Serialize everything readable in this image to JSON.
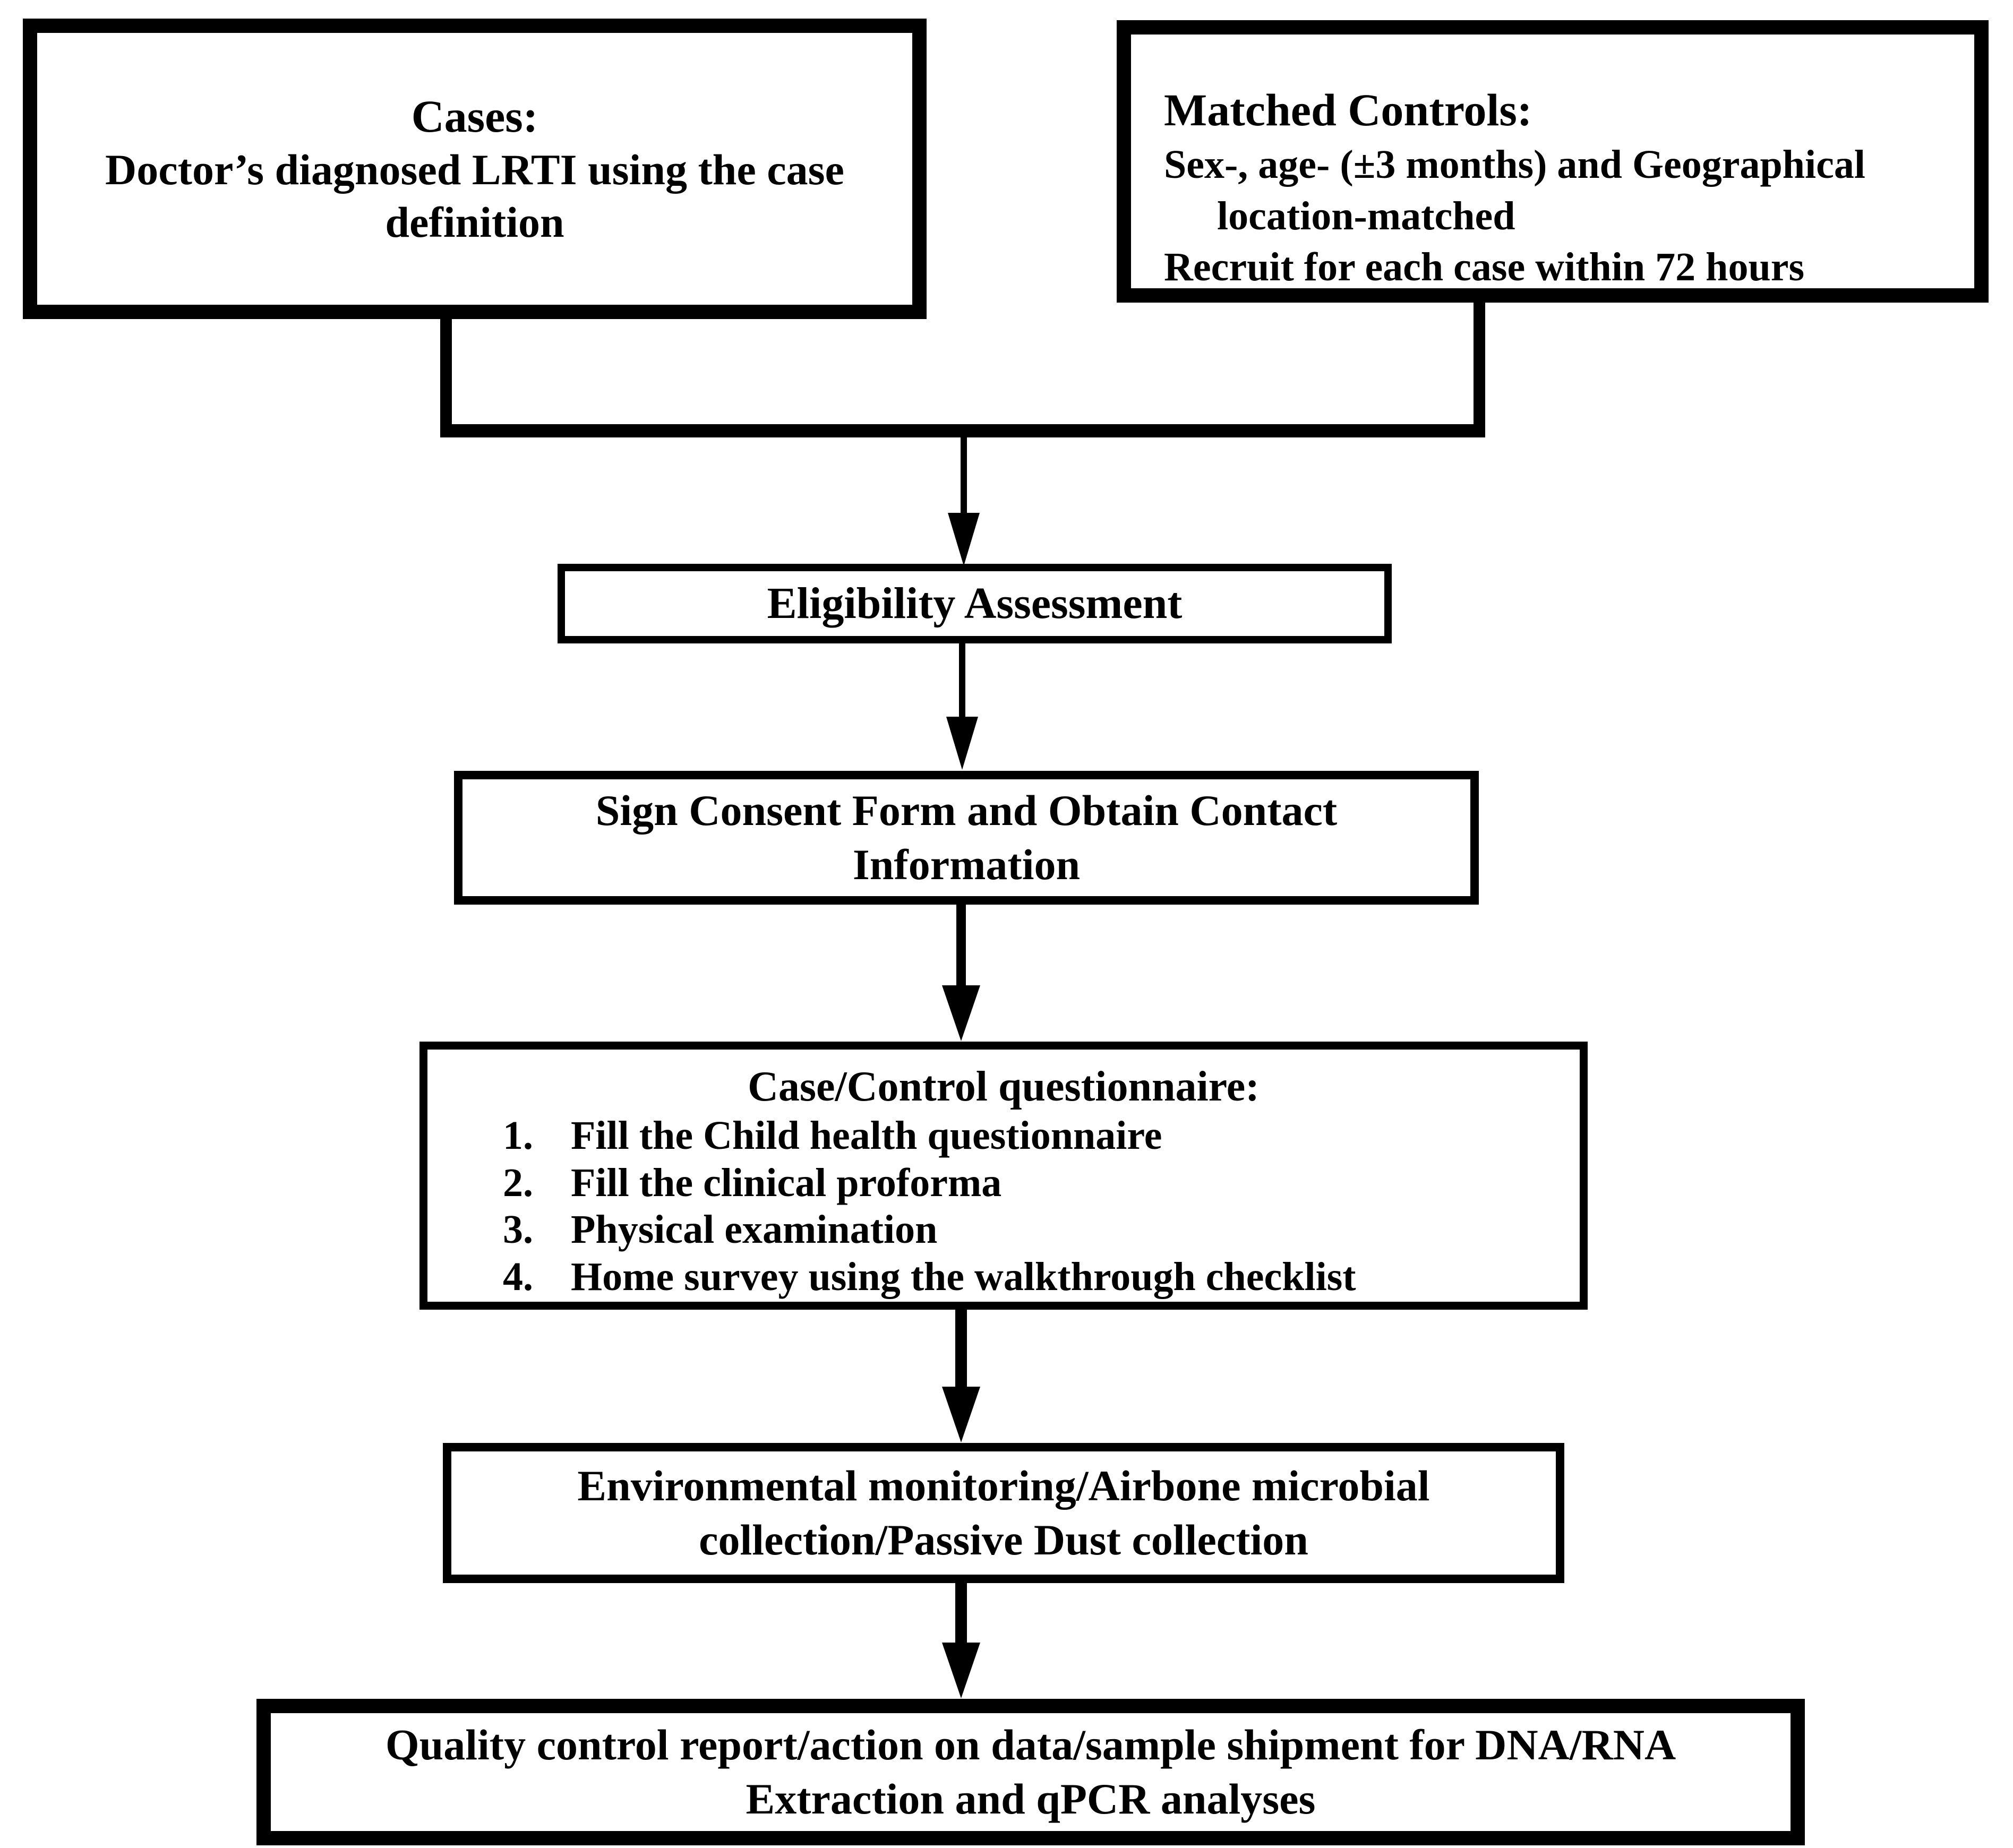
{
  "figure": {
    "background": "#ffffff",
    "ink": "#000000",
    "nodes": {
      "cases": {
        "title": "Cases:",
        "body": "Doctor’s diagnosed LRTI using the case definition"
      },
      "matched_controls": {
        "title": "Matched Controls:",
        "line1": "Sex-, age- (±3 months) and Geographical",
        "line2": "location-matched",
        "line3": "Recruit for each case within 72 hours"
      },
      "eligibility": {
        "label": "Eligibility Assessment"
      },
      "consent": {
        "line1": "Sign Consent Form and Obtain Contact",
        "line2": "Information"
      },
      "questionnaire": {
        "title": "Case/Control questionnaire:",
        "items": [
          {
            "num": "1.",
            "text": "Fill the Child health questionnaire"
          },
          {
            "num": "2.",
            "text": "Fill the clinical proforma"
          },
          {
            "num": "3.",
            "text": "Physical examination"
          },
          {
            "num": "4.",
            "text": "Home survey using the walkthrough checklist"
          }
        ]
      },
      "environment": {
        "line1": "Environmental monitoring/Airbone microbial",
        "line2": "collection/Passive Dust collection"
      },
      "quality": {
        "line1": "Quality control report/action on data/sample shipment for DNA/RNA",
        "line2": "Extraction and qPCR analyses"
      }
    }
  }
}
